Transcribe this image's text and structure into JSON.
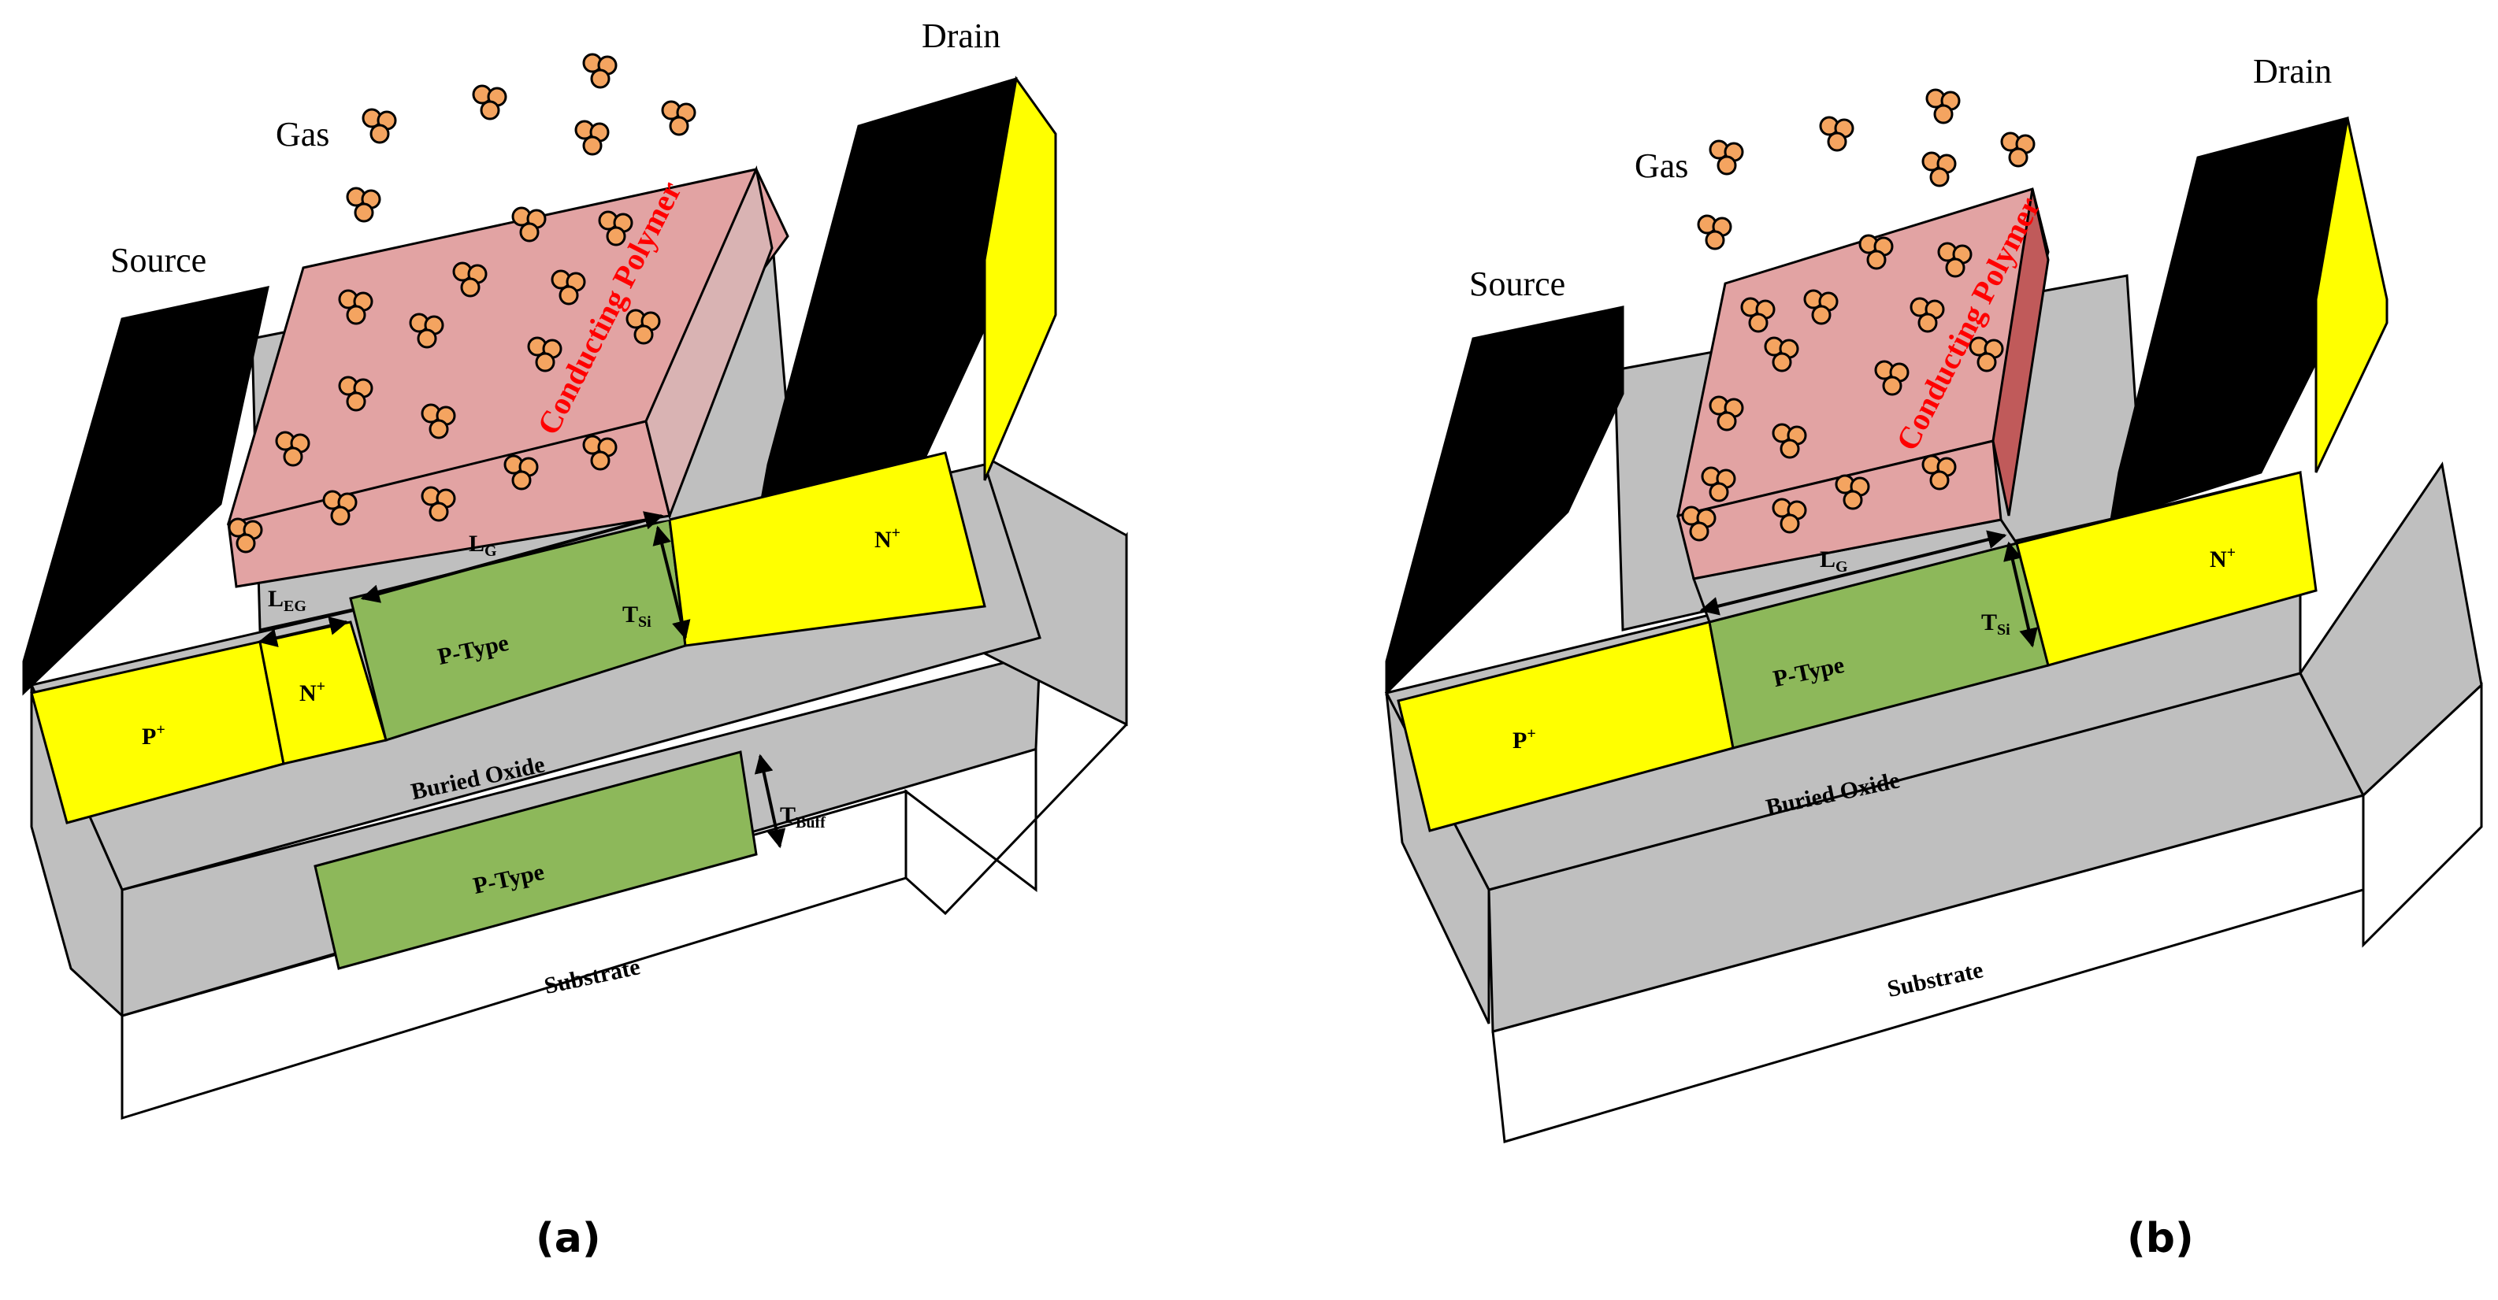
{
  "colors": {
    "black": "#000000",
    "yellow": "#ffff00",
    "green": "#8db85a",
    "gray": "#bfbfbf",
    "polymer": "#e2a3a3",
    "polymerDark": "#c05a5a",
    "gas": "#f4a460",
    "red": "#ff0000"
  },
  "panel_a": {
    "caption": "(a)",
    "source": "Source",
    "drain": "Drain",
    "gas": "Gas",
    "polymer": "Conducting Polymer",
    "lg": "L",
    "lg_sub": "G",
    "leg": "L",
    "leg_sub": "EG",
    "tsi": "T",
    "tsi_sub": "Si",
    "tbuff": "T",
    "tbuff_sub": "Buff",
    "p_type": "P-Type",
    "p_type_buffer": "P-Type",
    "p_plus": "P",
    "p_plus_sup": "+",
    "n_plus_small": "N",
    "n_plus_small_sup": "+",
    "n_plus": "N",
    "n_plus_sup": "+",
    "buried_oxide": "Buried Oxide",
    "substrate": "Substrate"
  },
  "panel_b": {
    "caption": "(b)",
    "source": "Source",
    "drain": "Drain",
    "gas": "Gas",
    "polymer": "Conducting Polymer",
    "lg": "L",
    "lg_sub": "G",
    "tsi": "T",
    "tsi_sub": "Si",
    "p_type": "P-Type",
    "p_plus": "P",
    "p_plus_sup": "+",
    "n_plus": "N",
    "n_plus_sup": "+",
    "buried_oxide": "Buried Oxide",
    "substrate": "Substrate"
  }
}
